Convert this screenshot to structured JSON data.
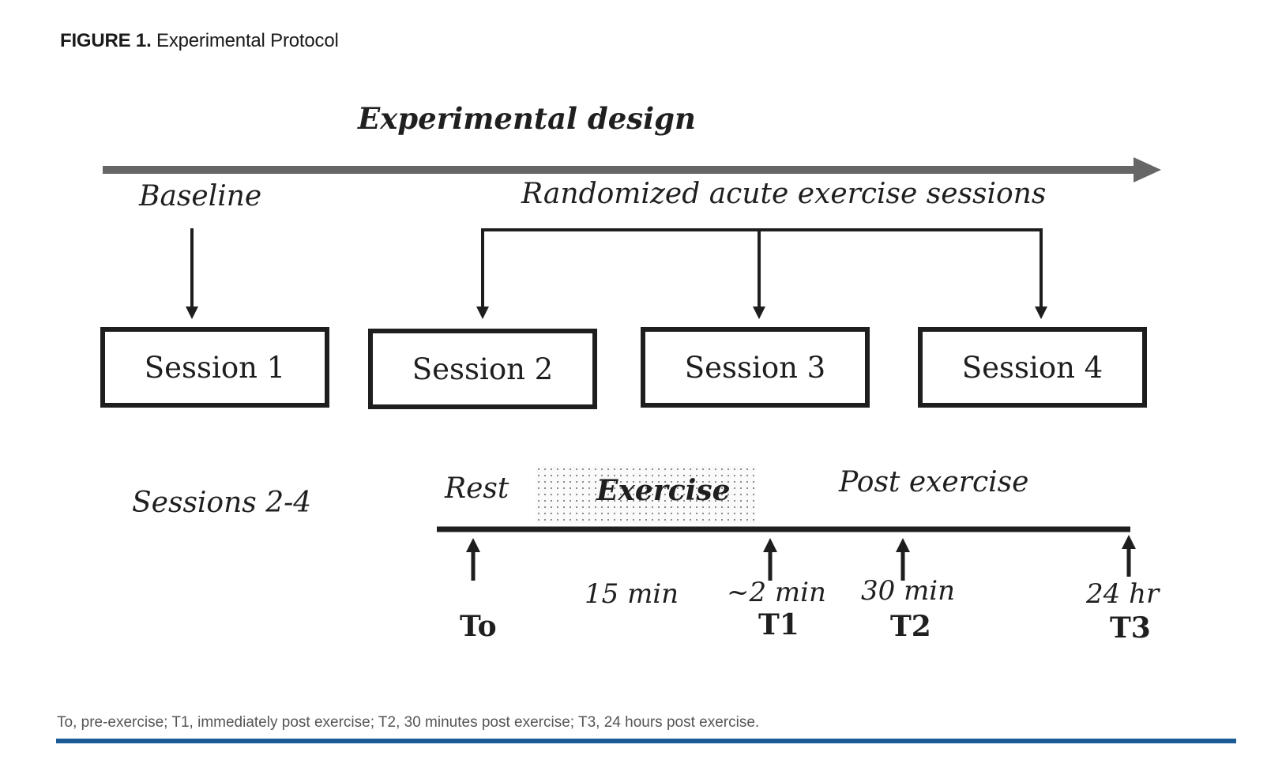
{
  "figure": {
    "label": "FIGURE 1.",
    "title": "Experimental Protocol"
  },
  "diagram": {
    "design_title": "Experimental design",
    "baseline_label": "Baseline",
    "randomized_label": "Randomized acute exercise sessions",
    "sessions": [
      "Session 1",
      "Session 2",
      "Session 3",
      "Session 4"
    ],
    "timeline_label": "Sessions 2-4",
    "phases": {
      "rest": "Rest",
      "exercise": "Exercise",
      "post": "Post exercise"
    },
    "timepoints": [
      {
        "time": "",
        "label": "To"
      },
      {
        "time": "15 min",
        "label": ""
      },
      {
        "time": "~2 min",
        "label": "T1"
      },
      {
        "time": "30 min",
        "label": "T2"
      },
      {
        "time": "24 hr",
        "label": "T3"
      }
    ]
  },
  "footnote": "To, pre-exercise; T1, immediately post exercise; T2, 30 minutes post exercise; T3, 24 hours post exercise.",
  "colors": {
    "arrow_gray": "#666666",
    "ink": "#1e1e1e",
    "footer_rule": "#1a5a96"
  }
}
